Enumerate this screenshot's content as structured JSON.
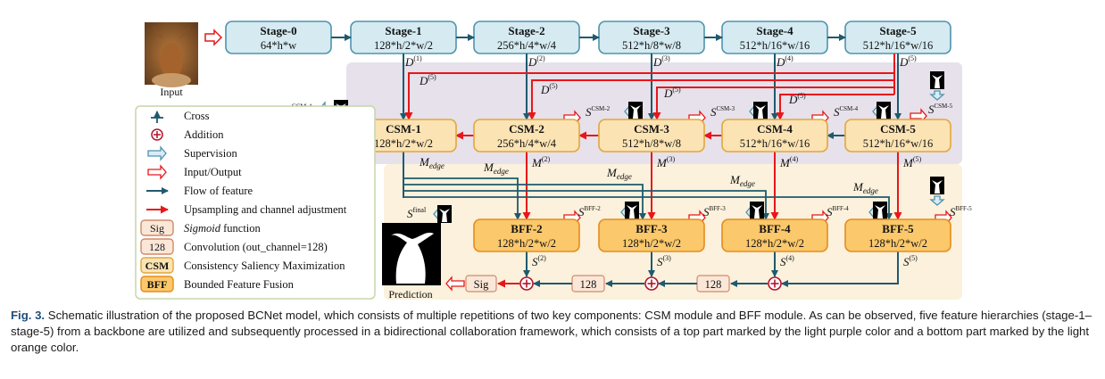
{
  "input": {
    "label": "Input"
  },
  "stages": [
    {
      "title": "Stage-0",
      "dims": "64*h*w"
    },
    {
      "title": "Stage-1",
      "dims": "128*h/2*w/2"
    },
    {
      "title": "Stage-2",
      "dims": "256*h/4*w/4"
    },
    {
      "title": "Stage-3",
      "dims": "512*h/8*w/8"
    },
    {
      "title": "Stage-4",
      "dims": "512*h/16*w/16"
    },
    {
      "title": "Stage-5",
      "dims": "512*h/16*w/16"
    }
  ],
  "csm": [
    {
      "title": "CSM-1",
      "dims": "128*h/2*w/2"
    },
    {
      "title": "CSM-2",
      "dims": "256*h/4*w/4"
    },
    {
      "title": "CSM-3",
      "dims": "512*h/8*w/8"
    },
    {
      "title": "CSM-4",
      "dims": "512*h/16*w/16"
    },
    {
      "title": "CSM-5",
      "dims": "512*h/16*w/16"
    }
  ],
  "bff": [
    {
      "title": "BFF-2",
      "dims": "128*h/2*w/2"
    },
    {
      "title": "BFF-3",
      "dims": "128*h/2*w/2"
    },
    {
      "title": "BFF-4",
      "dims": "128*h/2*w/2"
    },
    {
      "title": "BFF-5",
      "dims": "128*h/2*w/2"
    }
  ],
  "symbols": {
    "d_base": "D",
    "d_sup": [
      "(1)",
      "(2)",
      "(3)",
      "(4)",
      "(5)"
    ],
    "m_base": "M",
    "m_edge_sub": "edge",
    "m_sup": [
      "(2)",
      "(3)",
      "(4)",
      "(5)"
    ],
    "s_base": "S",
    "s_sup": [
      "(2)",
      "(3)",
      "(4)",
      "(5)"
    ],
    "s_csm_sup": [
      "CSM-1",
      "CSM-2",
      "CSM-3",
      "CSM-4",
      "CSM-5"
    ],
    "s_bff_sup": [
      "BFF-2",
      "BFF-3",
      "BFF-4",
      "BFF-5"
    ],
    "s_final_sup": "final"
  },
  "ops": {
    "sig": "Sig",
    "conv": "128"
  },
  "prediction_label": "Prediction",
  "legend": [
    {
      "icon": "cross-icon",
      "label": "Cross"
    },
    {
      "icon": "addition-icon",
      "label": "Addition"
    },
    {
      "icon": "supervision-arrow-icon",
      "label": "Supervision"
    },
    {
      "icon": "input-output-arrow-icon",
      "label": "Input/Output"
    },
    {
      "icon": "flow-arrow-icon",
      "label": "Flow of feature"
    },
    {
      "icon": "upsampling-arrow-icon",
      "label": "Upsampling and channel adjustment"
    },
    {
      "icon": "sig-box",
      "tag": "Sig",
      "label_italic": "Sigmoid",
      "label": " function"
    },
    {
      "icon": "conv-box",
      "tag": "128",
      "label": "Convolution (out_channel=128)"
    },
    {
      "icon": "csm-box",
      "tag": "CSM",
      "label": "Consistency Saliency Maximization"
    },
    {
      "icon": "bff-box",
      "tag": "BFF",
      "label": "Bounded Feature Fusion"
    }
  ],
  "colors": {
    "stage_fill": "#d5eaf1",
    "stage_stroke": "#4f93ad",
    "csm_fill": "#fce3b4",
    "csm_stroke": "#e2a73a",
    "bff_fill": "#fbc86b",
    "bff_stroke": "#e48d1d",
    "flow": "#1f5a6e",
    "red": "#e8161b",
    "purple_bg": "#e6e1ea",
    "orange_bg": "#fbf1dc"
  },
  "caption": {
    "label": "Fig. 3.",
    "text": " Schematic illustration of the proposed BCNet model, which consists of multiple repetitions of two key components: CSM module and BFF module. As can be observed, five feature hierarchies (stage-1–stage-5) from a backbone are utilized and subsequently processed in a bidirectional collaboration framework, which consists of a top part marked by the light purple color and a bottom part marked by the light orange color."
  }
}
